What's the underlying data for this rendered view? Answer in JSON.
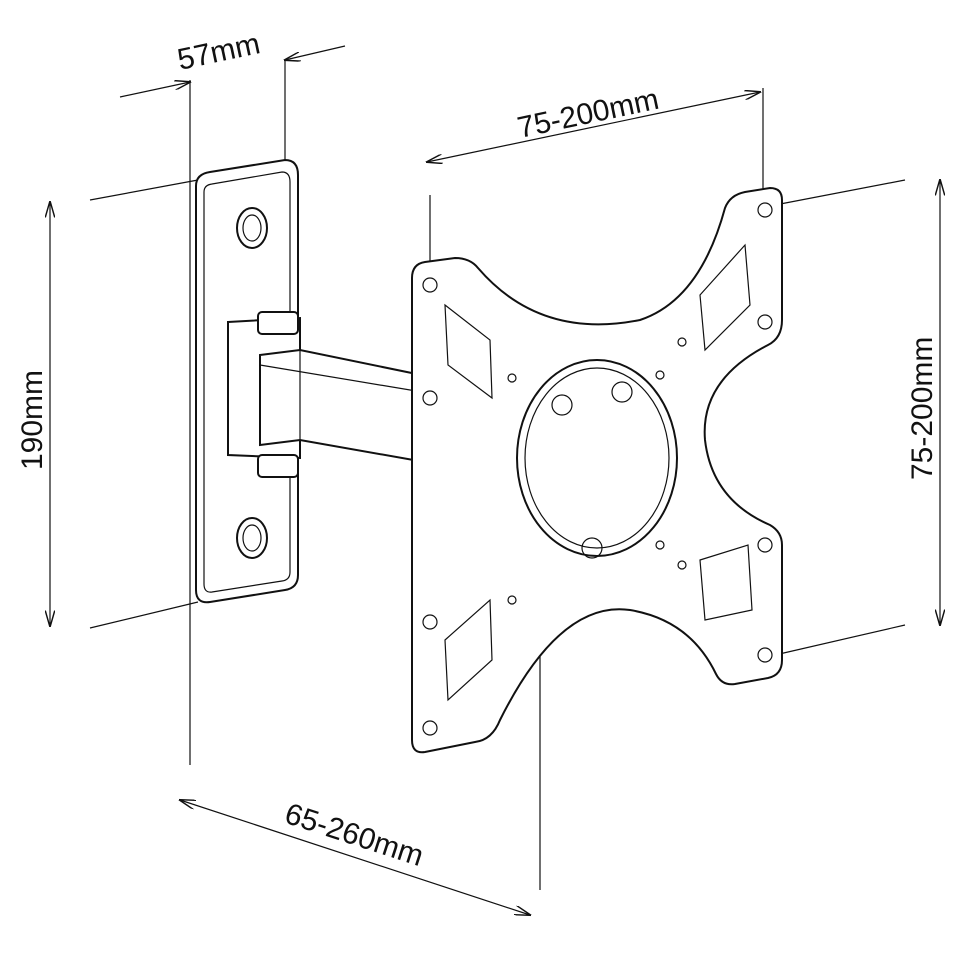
{
  "dimensions": {
    "wall_plate_depth": "57mm",
    "vesa_horizontal": "75-200mm",
    "wall_plate_height": "190mm",
    "vesa_vertical": "75-200mm",
    "arm_extension": "65-260mm"
  }
}
